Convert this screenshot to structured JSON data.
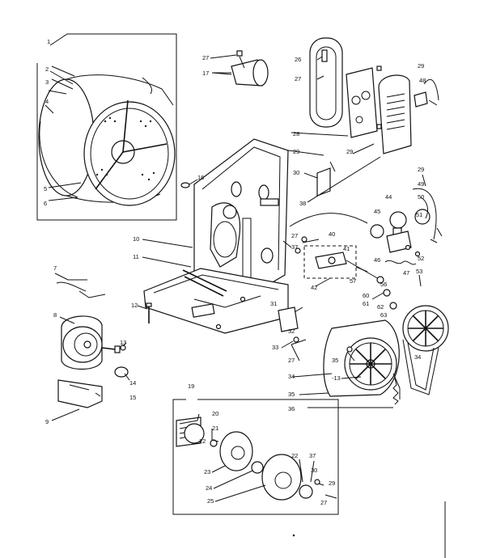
{
  "labels": {
    "l1": "1",
    "l2": "2",
    "l3": "3",
    "l4": "4",
    "l5": "5",
    "l6": "6",
    "l7": "7",
    "l8": "8",
    "l9": "9",
    "l10": "10",
    "l11": "11",
    "l12": "12",
    "l13a": "13",
    "l13b": "-13",
    "l14": "14",
    "l15": "15",
    "l16": "16",
    "l17": "17",
    "l19": "19",
    "l20": "20",
    "l21": "21",
    "l22a": "22",
    "l22b": "22",
    "l23": "23",
    "l24": "24",
    "l25": "25",
    "l26": "26",
    "l27a": "27",
    "l27b": "27",
    "l27c": "27",
    "l27d": "27",
    "l27e": "27",
    "l28": "28",
    "l29a": "29",
    "l29b": "29",
    "l29c": "29",
    "l29d": "29",
    "l29e": "29",
    "l30a": "30",
    "l30b": "30",
    "l31": "31",
    "l32": "32",
    "l33": "33",
    "l34": "34",
    "l34b": "34",
    "l35a": "35",
    "l35b": "35",
    "l36": "36",
    "l37a": "37",
    "l37b": "37",
    "l38": "38",
    "l40": "40",
    "l41": "41",
    "l42": "42",
    "l44": "44",
    "l45": "45",
    "l46": "46",
    "l47": "47",
    "l48": "48",
    "l49": "49",
    "l50": "50",
    "l51": "51",
    "l52": "52",
    "l53": "53",
    "l56": "56",
    "l57": "57",
    "l60": "60",
    "l61": "61",
    "l62": "62",
    "l63": "63"
  }
}
